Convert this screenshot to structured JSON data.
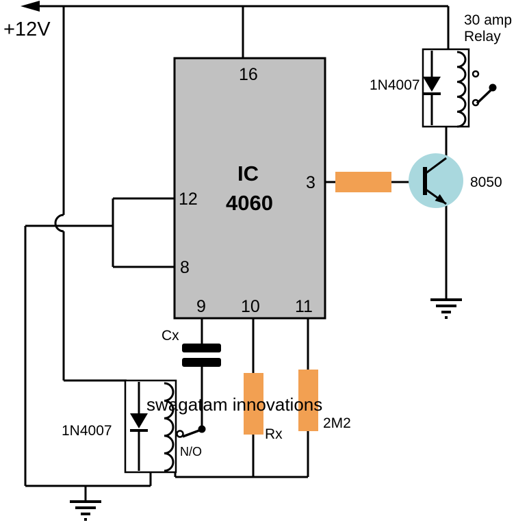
{
  "schematic": {
    "supply_label": "+12V",
    "ic": {
      "line1": "IC",
      "line2": "4060",
      "pins": {
        "p16": "16",
        "p12": "12",
        "p8": "8",
        "p3": "3",
        "p9": "9",
        "p10": "10",
        "p11": "11"
      }
    },
    "relay_top": {
      "rating_line1": "30 amp",
      "rating_line2": "Relay",
      "diode": "1N4007"
    },
    "relay_bottom": {
      "diode": "1N4007",
      "contact": "N/O"
    },
    "transistor": "8050",
    "capacitor": "Cx",
    "resistor_rx": "Rx",
    "resistor_2m2": "2M2",
    "watermark": "swagatam innovations"
  },
  "colors": {
    "ic_fill": "#c1c1c1",
    "resistor_fill": "#f2a052",
    "transistor_fill": "#a9d8de",
    "watermark": "#1b8ed8",
    "wire": "#000000"
  }
}
